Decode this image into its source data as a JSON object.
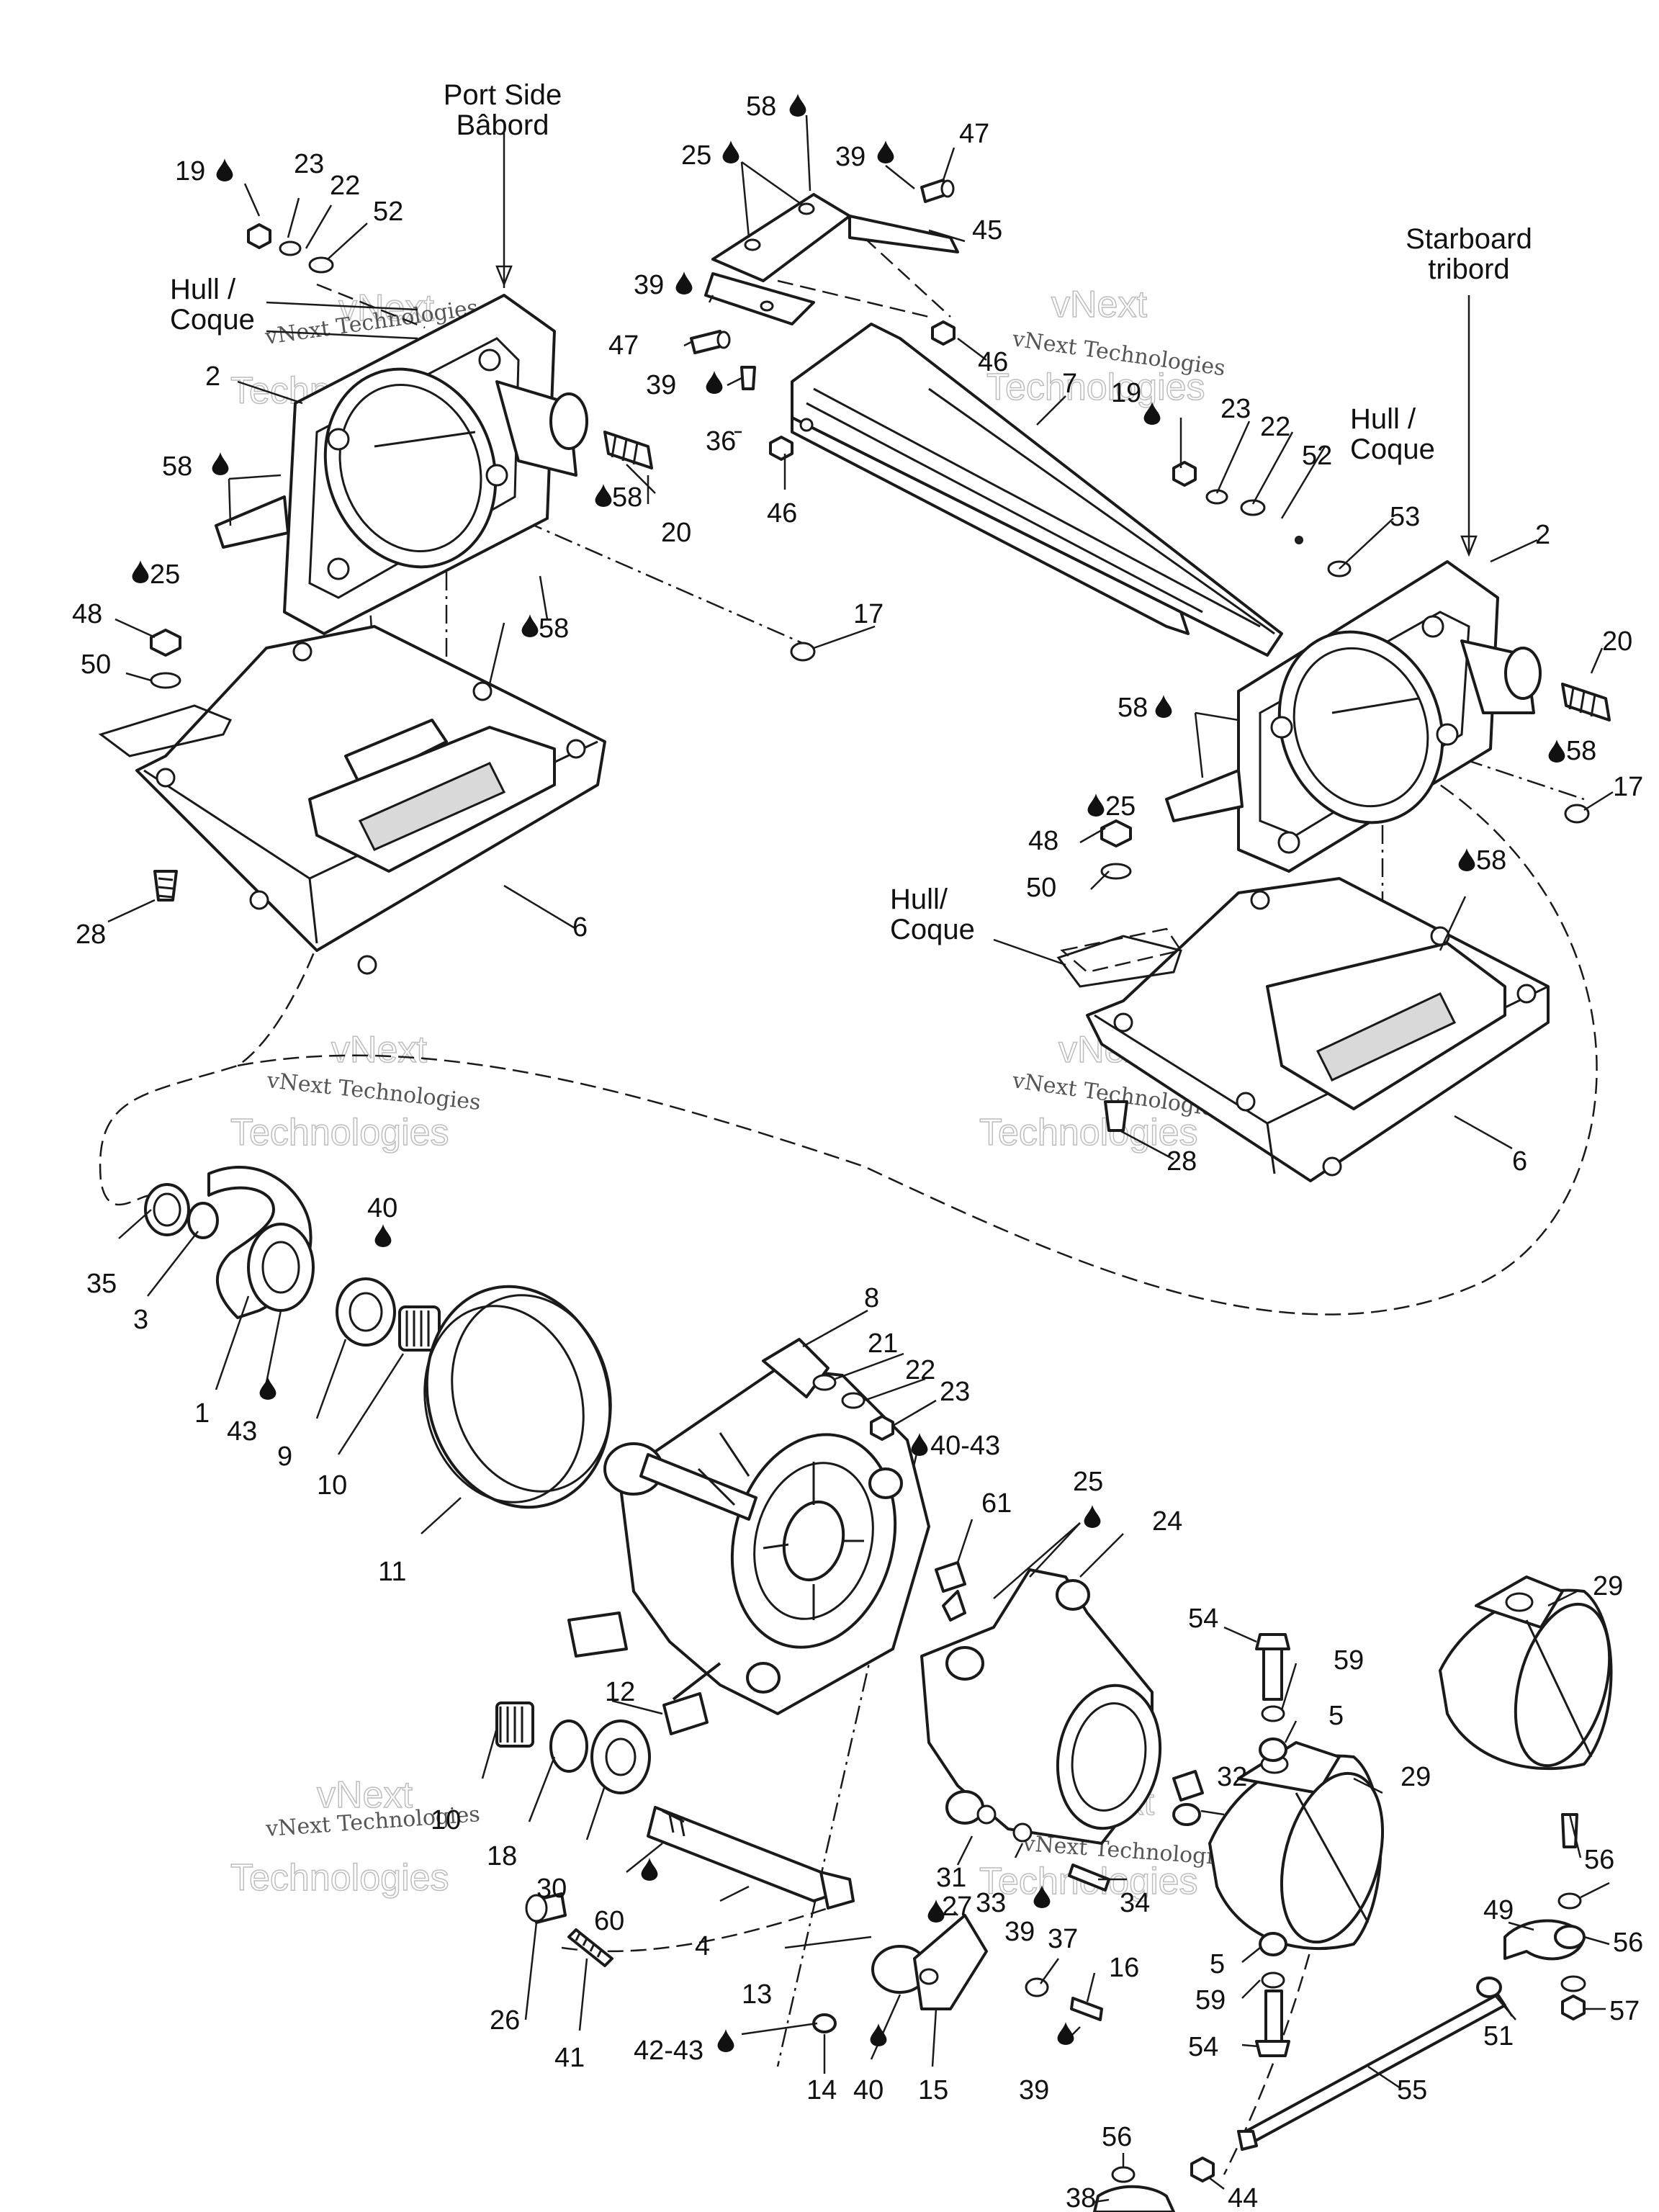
{
  "labels": {
    "n1": "1",
    "n2a": "2",
    "n2b": "2",
    "n3": "3",
    "n4": "4",
    "n5a": "5",
    "n5b": "5",
    "n6a": "6",
    "n6b": "6",
    "n7": "7",
    "n8": "8",
    "n9": "9",
    "n10a": "10",
    "n10b": "10",
    "n11": "11",
    "n12": "12",
    "n13": "13",
    "n14": "14",
    "n15": "15",
    "n16": "16",
    "n17a": "17",
    "n17b": "17",
    "n18": "18",
    "n19a": "19",
    "n19b": "19",
    "n20a": "20",
    "n20b": "20",
    "n21": "21",
    "n22a": "22",
    "n22b": "22",
    "n22c": "22",
    "n23a": "23",
    "n23b": "23",
    "n23c": "23",
    "n24": "24",
    "n25a": "25",
    "n25b": "25",
    "n25c": "25",
    "n25d": "25",
    "n26": "26",
    "n27": "27",
    "n28a": "28",
    "n28b": "28",
    "n29a": "29",
    "n29b": "29",
    "n30": "30",
    "n31": "31",
    "n32": "32",
    "n33": "33",
    "n34": "34",
    "n35": "35",
    "n36": "36",
    "n37": "37",
    "n38": "38",
    "n39a": "39",
    "n39b": "39",
    "n39c": "39",
    "n39d": "39",
    "n39e": "39",
    "n40a": "40",
    "n40b": "40",
    "n40c": "40-43",
    "n41": "41",
    "n42": "42-43",
    "n43": "43",
    "n44": "44",
    "n45": "45",
    "n46a": "46",
    "n46b": "46",
    "n47a": "47",
    "n47b": "47",
    "n48a": "48",
    "n48b": "48",
    "n49": "49",
    "n50a": "50",
    "n50b": "50",
    "n51": "51",
    "n52a": "52",
    "n52b": "52",
    "n53": "53",
    "n54a": "54",
    "n54b": "54",
    "n55": "55",
    "n56a": "56",
    "n56b": "56",
    "n56c": "56",
    "n57": "57",
    "n58a": "58",
    "n58b": "58",
    "n58c": "58",
    "n58d": "58",
    "n58e": "58",
    "n58f": "58",
    "n58g": "58",
    "n59a": "59",
    "n59b": "59",
    "n60": "60",
    "n61": "61"
  },
  "notes": {
    "port_1": "Port Side",
    "port_2": "Bâbord",
    "starboard_1": "Starboard",
    "starboard_2": "tribord",
    "hull1_1": "Hull /",
    "hull1_2": "Coque",
    "hull2_1": "Hull /",
    "hull2_2": "Coque",
    "hull3_1": "Hull/",
    "hull3_2": "Coque"
  },
  "watermark": {
    "line1": "vNext Technologies",
    "line2a": "vNext",
    "line2b": "Technologies"
  },
  "icons": {
    "lubricant": "drop-icon"
  }
}
